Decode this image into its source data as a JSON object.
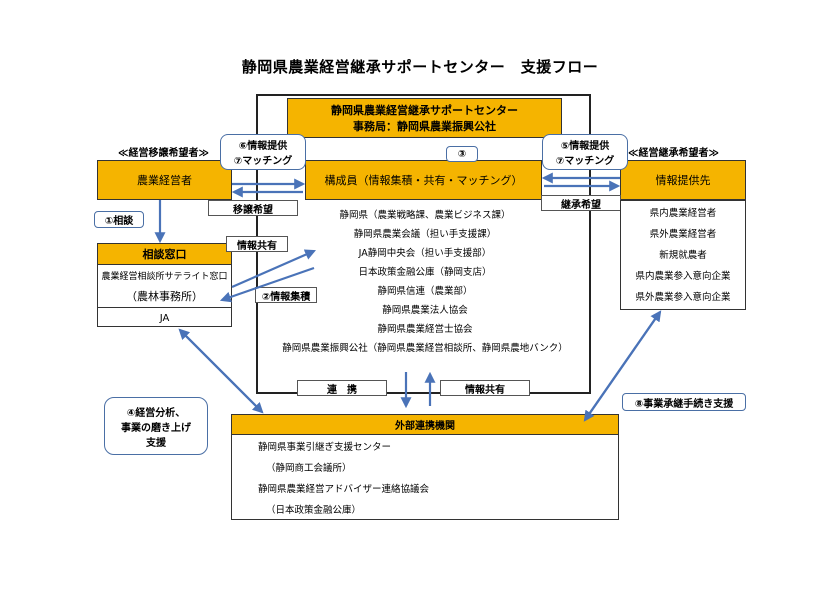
{
  "title": "静岡県農業経営継承サポートセンター　支援フロー",
  "center_header": {
    "line1": "静岡県農業経営継承サポートセンター",
    "line2": "事務局：静岡県農業振興公社"
  },
  "left_label": "≪経営移譲希望者≫",
  "right_label": "≪経営継承希望者≫",
  "left_bar": "農業経営者",
  "middle_bar": "構成員（情報集積・共有・マッチング）",
  "right_bar": "情報提供先",
  "left_top_tag": {
    "line1": "⑥情報提供",
    "line2": "⑦マッチング"
  },
  "right_top_tag": {
    "line1": "⑤情報提供",
    "line2": "⑦マッチング"
  },
  "center_tag": "③",
  "ijou_tag": "移譲希望",
  "keisho_tag": "継承希望",
  "soudan_tag": "①相談",
  "joho_kyoyu_tag": "情報共有",
  "joho_shuseki_tag": "②情報集積",
  "members": [
    "静岡県（農業戦略課、農業ビジネス課）",
    "静岡県農業会議（担い手支援課）",
    "JA静岡中央会（担い手支援部）",
    "日本政策金融公庫（静岡支店）",
    "静岡県信連（農業部）",
    "静岡県農業法人協会",
    "静岡県農業経営士協会",
    "静岡県農業振興公社（静岡県農業経営相談所、静岡県農地バンク）"
  ],
  "consult": {
    "header": "相談窓口",
    "line1": "農業経営相談所サテライト窓口",
    "line2": "（農林事務所）",
    "line3": "JA"
  },
  "providers": [
    "県内農業経営者",
    "県外農業経営者",
    "新規就農者",
    "県内農業参入意向企業",
    "県外農業参入意向企業"
  ],
  "renkei_tag": "連　携",
  "joho_kyoyu_bottom_tag": "情報共有",
  "analysis_tag": {
    "line1": "④経営分析、",
    "line2": "事業の磨き上げ",
    "line3": "支援"
  },
  "procedure_tag": "⑧事業承継手続き支援",
  "external": {
    "header": "外部連携機関",
    "items": [
      "静岡県事業引継ぎ支援センター",
      "（静岡商工会議所）",
      "静岡県農業経営アドバイザー連絡協議会",
      "（日本政策金融公庫）"
    ]
  },
  "colors": {
    "gold": "#f5b400",
    "arrow": "#4a73b8"
  }
}
